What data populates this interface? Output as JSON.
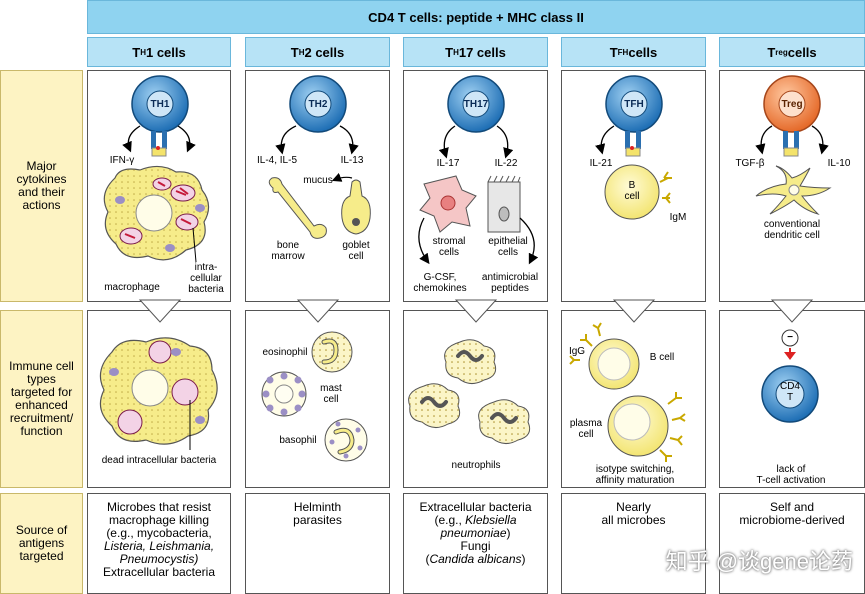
{
  "header": {
    "title": "CD4 T cells: peptide + MHC class II"
  },
  "columns": [
    {
      "pre": "T",
      "sub": "H",
      "post": "1 cells"
    },
    {
      "pre": "T",
      "sub": "H",
      "post": "2 cells"
    },
    {
      "pre": "T",
      "sub": "H",
      "post": "17 cells"
    },
    {
      "pre": "T",
      "sub": "FH",
      "post": " cells"
    },
    {
      "pre": "T",
      "sub": "reg",
      "post": " cells"
    }
  ],
  "rows": {
    "cytokines": "Major cytokines and their actions",
    "immune": "Immune cell types targeted for enhanced recruitment/ function",
    "source": "Source of antigens targeted"
  },
  "cytokines": {
    "th1": {
      "cell": "TH1",
      "cytokine": "IFN-γ",
      "target1": "macrophage",
      "target2_a": "intra-",
      "target2_b": "cellular",
      "target2_c": "bacteria"
    },
    "th2": {
      "cell": "TH2",
      "cytokine1": "IL-4, IL-5",
      "cytokine2": "IL-13",
      "mucus": "mucus",
      "bone_a": "bone",
      "bone_b": "marrow",
      "goblet_a": "goblet",
      "goblet_b": "cell"
    },
    "th17": {
      "cell": "TH17",
      "cytokine1": "IL-17",
      "cytokine2": "IL-22",
      "stromal_a": "stromal",
      "stromal_b": "cells",
      "epi_a": "epithelial",
      "epi_b": "cells",
      "out1_a": "G-CSF,",
      "out1_b": "chemokines",
      "out2_a": "antimicrobial",
      "out2_b": "peptides"
    },
    "tfh": {
      "cell": "TFH",
      "cytokine": "IL-21",
      "bcell_a": "B",
      "bcell_b": "cell",
      "ab": "IgM"
    },
    "treg": {
      "cell": "Treg",
      "cytokine1": "TGF-β",
      "cytokine2": "IL-10",
      "dc_a": "conventional",
      "dc_b": "dendritic cell"
    }
  },
  "immune": {
    "th1": {
      "label": "dead intracellular bacteria"
    },
    "th2": {
      "eos": "eosinophil",
      "mast_a": "mast",
      "mast_b": "cell",
      "baso": "basophil"
    },
    "th17": {
      "label": "neutrophils"
    },
    "tfh": {
      "igg": "IgG",
      "bcell": "B cell",
      "plasma_a": "plasma",
      "plasma_b": "cell",
      "note_a": "isotype switching,",
      "note_b": "affinity maturation"
    },
    "treg": {
      "cell_a": "CD4",
      "cell_b": "T",
      "minus": "−",
      "note_a": "lack of",
      "note_b": "T-cell activation"
    }
  },
  "source": {
    "th1": {
      "l1": "Microbes that resist",
      "l2": "macrophage killing",
      "l3": "(e.g., mycobacteria,",
      "l4": "Listeria, Leishmania,",
      "l5": "Pneumocystis)",
      "l6": "Extracellular bacteria"
    },
    "th2": {
      "l1": "Helminth",
      "l2": "parasites"
    },
    "th17": {
      "l1": "Extracellular bacteria",
      "l2": "(e.g., ",
      "l2i": "Klebsiella",
      "l3": "pneumoniae",
      "l3b": ")",
      "l4": "Fungi",
      "l5": "(",
      "l5i": "Candida albicans",
      "l5b": ")"
    },
    "tfh": {
      "l1": "Nearly",
      "l2": "all microbes"
    },
    "treg": {
      "l1": "Self and",
      "l2": "microbiome-derived"
    }
  },
  "watermark": "知乎 @谈gene论药",
  "colors": {
    "banner": "#8fd3f0",
    "colhead": "#b7e3f6",
    "rowhead": "#fdf3c3",
    "tcell": "#2f7fc1",
    "treg": "#f08a4b",
    "yellow": "#f6ec8a"
  }
}
